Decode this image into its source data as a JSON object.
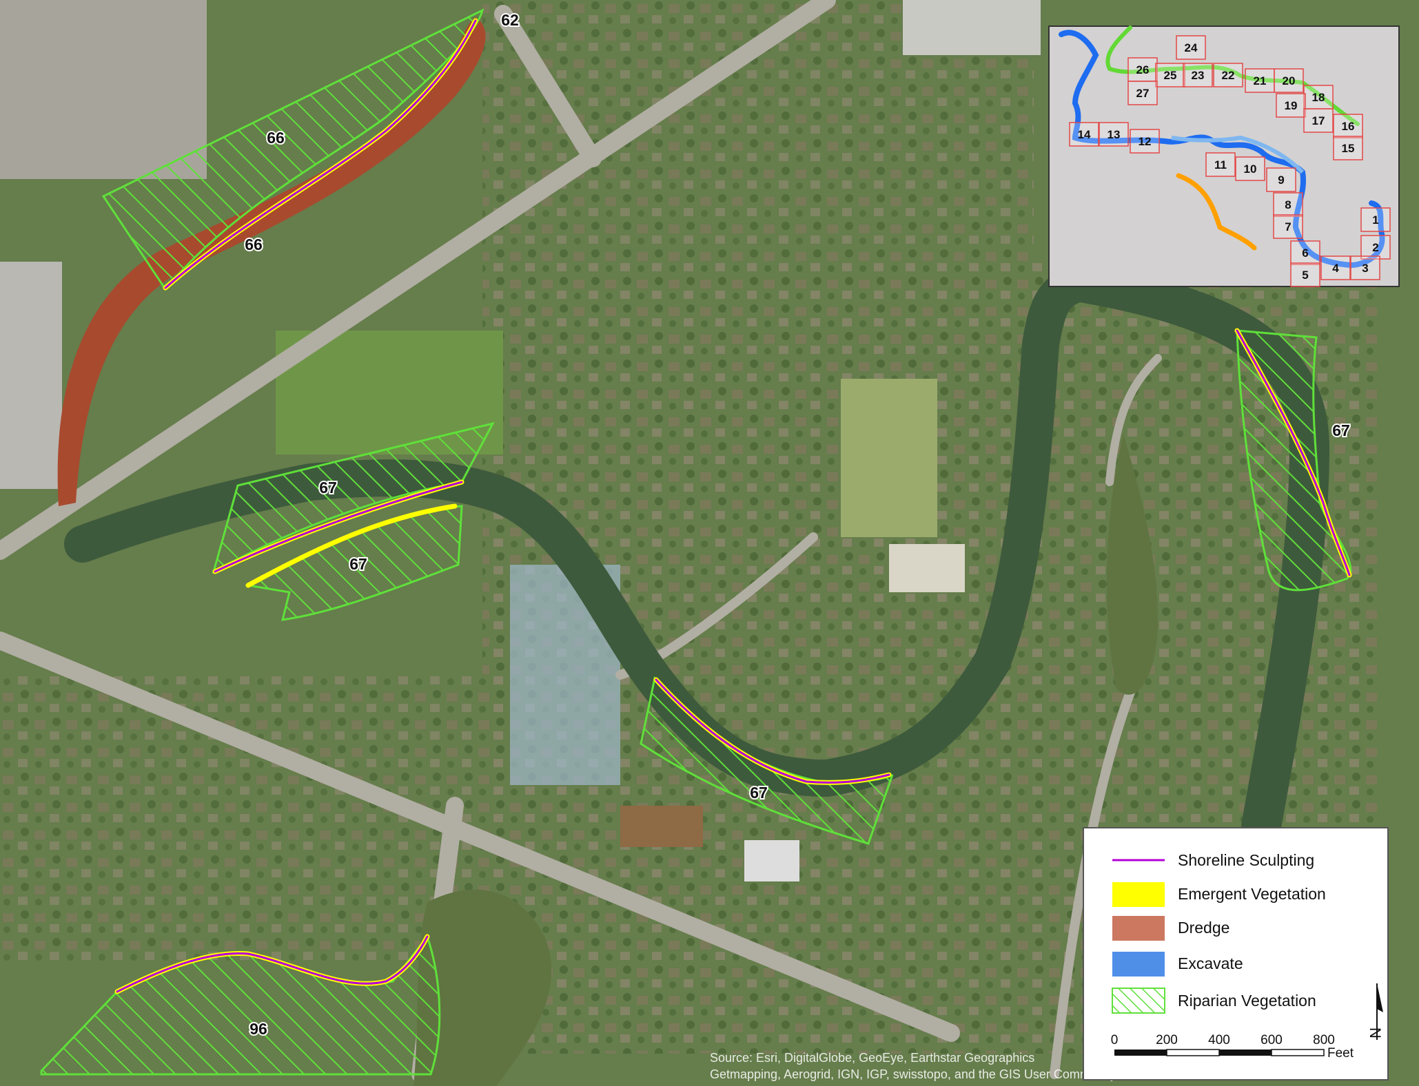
{
  "map": {
    "features": {
      "dredge": {
        "label_color": "#b8543a"
      },
      "riparian": {
        "labels": [
          "66",
          "67",
          "67",
          "67",
          "67",
          "96"
        ]
      },
      "dredge_labels": [
        "66"
      ],
      "corner_label": "62"
    },
    "legend": {
      "items": [
        {
          "label": "Shoreline Sculpting",
          "color": "#b400d8",
          "kind": "line"
        },
        {
          "label": "Emergent Vegetation",
          "color": "#ffff00",
          "kind": "fill"
        },
        {
          "label": "Dredge",
          "color": "#cc7760",
          "kind": "fill"
        },
        {
          "label": "Excavate",
          "color": "#4f8fe8",
          "kind": "fill"
        },
        {
          "label": "Riparian Vegetation",
          "color": "#5fe03a",
          "kind": "hatch"
        }
      ]
    },
    "scale_bar": {
      "ticks": [
        "0",
        "200",
        "400",
        "600",
        "800"
      ],
      "unit": "Feet"
    },
    "north_arrow": {
      "label": "N"
    },
    "credits": {
      "line1": "Source: Esri, DigitalGlobe, GeoEye, Earthstar Geographics",
      "line2": "Getmapping, Aerogrid, IGN, IGP, swisstopo, and the GIS User Community"
    },
    "inset": {
      "tiles": [
        "24",
        "26",
        "25",
        "23",
        "22",
        "21",
        "20",
        "18",
        "19",
        "27",
        "17",
        "16",
        "15",
        "14",
        "13",
        "12",
        "11",
        "10",
        "9",
        "8",
        "7",
        "1",
        "6",
        "2",
        "5",
        "4",
        "3"
      ]
    }
  }
}
